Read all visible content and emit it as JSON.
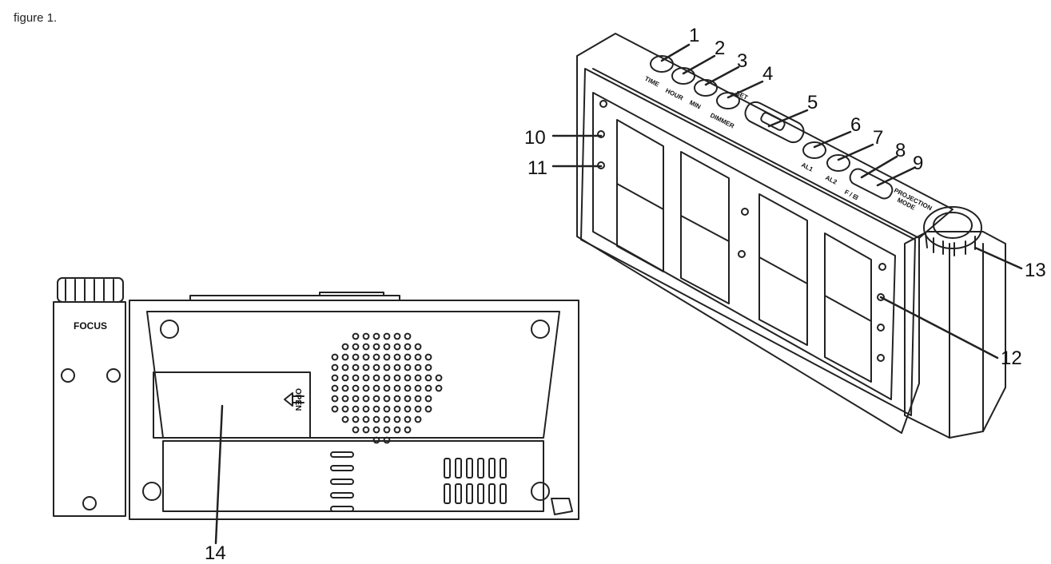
{
  "caption": "figure 1.",
  "callouts": [
    "1",
    "2",
    "3",
    "4",
    "5",
    "6",
    "7",
    "8",
    "9",
    "10",
    "11",
    "12",
    "13",
    "14"
  ],
  "button_labels": {
    "time": "TIME",
    "hour": "HOUR",
    "min": "MIN",
    "dimmer": "DIMMER",
    "set": "SET",
    "al1": "AL1",
    "al2": "AL2",
    "flip": "F / ⊟",
    "projection": "PROJECTION",
    "mode": "MODE"
  },
  "focus_label": "FOCUS",
  "open_label": "OPEN"
}
